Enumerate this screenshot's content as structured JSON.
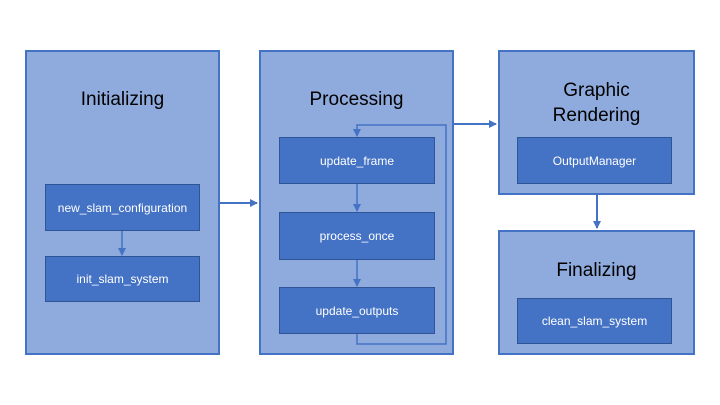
{
  "panels": {
    "initializing": {
      "title": "Initializing"
    },
    "processing": {
      "title": "Processing"
    },
    "graphic_rendering": {
      "title_line1": "Graphic",
      "title_line2": "Rendering"
    },
    "finalizing": {
      "title": "Finalizing"
    }
  },
  "nodes": {
    "new_slam_configuration": "new_slam_configuration",
    "init_slam_system": "init_slam_system",
    "update_frame": "update_frame",
    "process_once": "process_once",
    "update_outputs": "update_outputs",
    "output_manager": "OutputManager",
    "clean_slam_system": "clean_slam_system"
  },
  "colors": {
    "panel_fill": "#8faadc",
    "panel_border": "#4472c4",
    "node_fill": "#4472c4",
    "arrow": "#4472c4"
  }
}
